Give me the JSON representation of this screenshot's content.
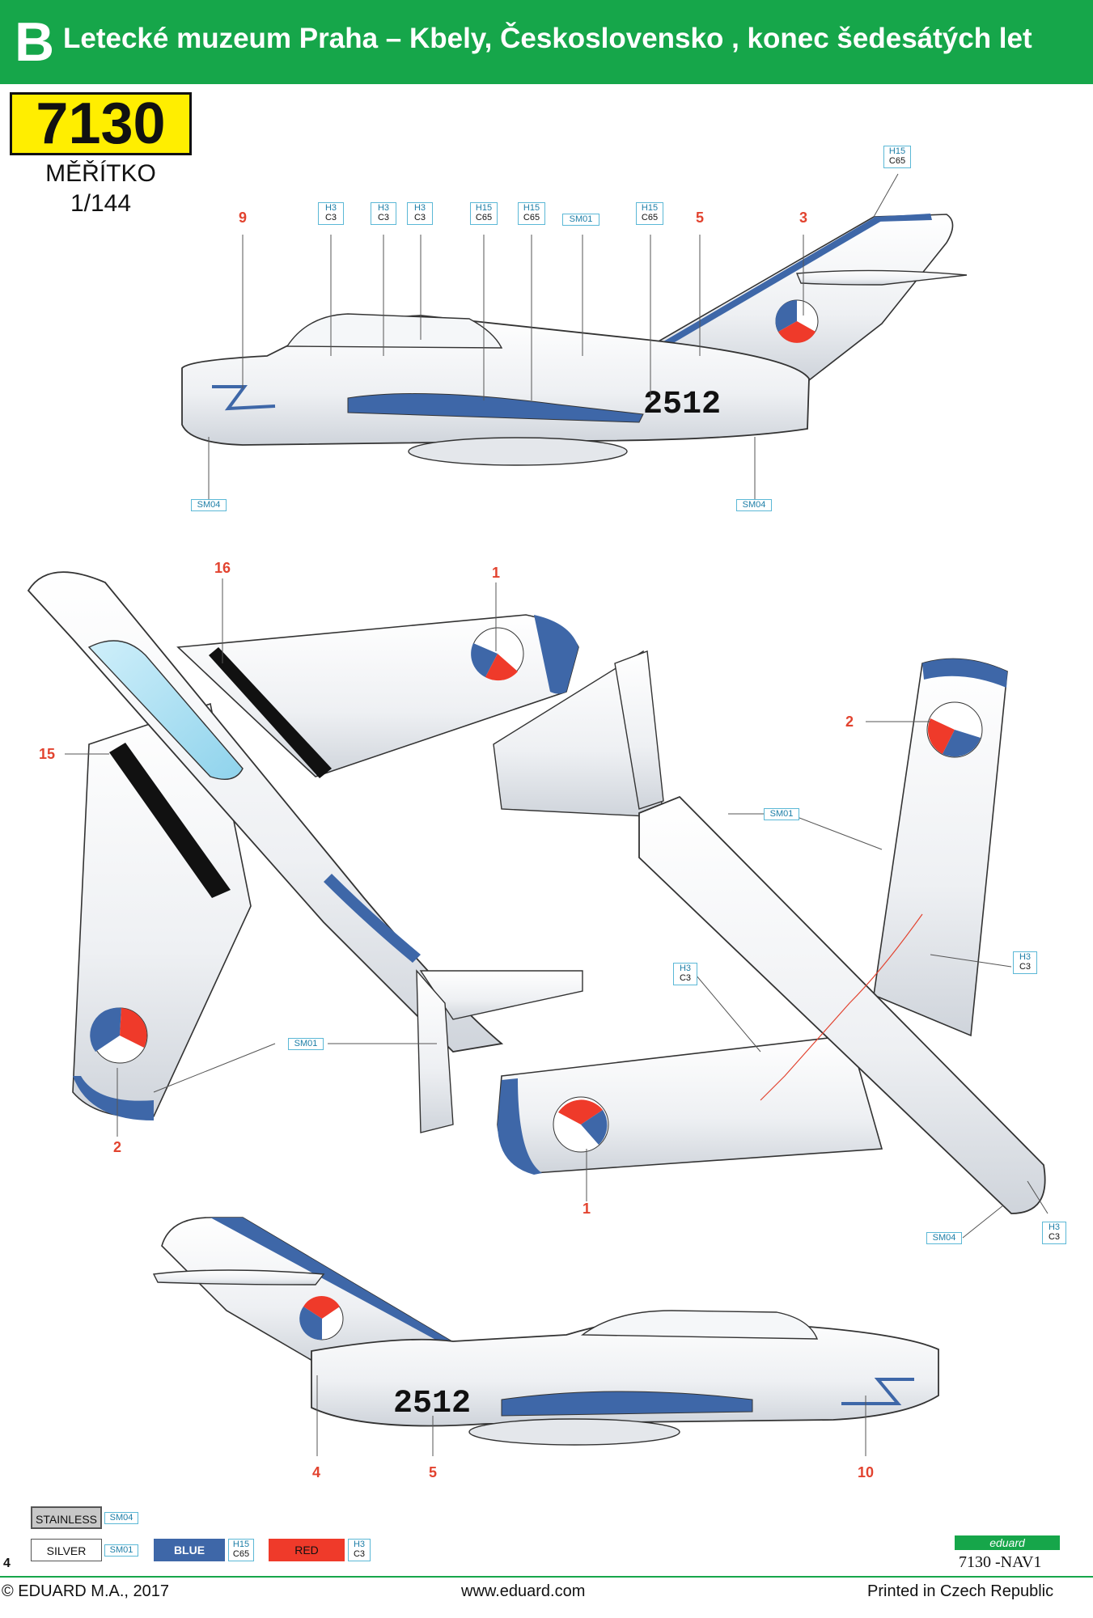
{
  "header": {
    "letter": "B",
    "title": "Letecké muzeum Praha – Kbely, Československo , konec šedesátých let"
  },
  "kit": {
    "number": "7130",
    "scale_label": "MĚŘÍTKO",
    "scale_value": "1/144"
  },
  "profile_top": {
    "serial": "2512",
    "callouts": [
      "9",
      "5",
      "3"
    ],
    "code_boxes": [
      {
        "top": "H3",
        "bottom": "C3"
      },
      {
        "top": "H3",
        "bottom": "C3"
      },
      {
        "top": "H3",
        "bottom": "C3"
      },
      {
        "top": "H15",
        "bottom": "C65"
      },
      {
        "top": "H15",
        "bottom": "C65"
      },
      {
        "top": "SM01",
        "bottom": ""
      },
      {
        "top": "H15",
        "bottom": "C65"
      },
      {
        "top": "H15",
        "bottom": "C65"
      }
    ],
    "bottom_codes": [
      "SM04",
      "SM04"
    ]
  },
  "plan_top": {
    "callouts": [
      "16",
      "15",
      "1",
      "2"
    ],
    "code": "SM01"
  },
  "plan_bottom": {
    "callouts": [
      "2",
      "1"
    ],
    "codes": [
      "SM01",
      "SM04"
    ],
    "code_boxes": [
      {
        "top": "H3",
        "bottom": "C3"
      },
      {
        "top": "H3",
        "bottom": "C3"
      },
      {
        "top": "H3",
        "bottom": "C3"
      }
    ]
  },
  "profile_bottom": {
    "serial": "2512",
    "callouts": [
      "4",
      "5",
      "10"
    ]
  },
  "legend": [
    {
      "name": "STAINLESS",
      "code_top": "SM04",
      "code_bottom": "",
      "color": "#c8c8c8",
      "text_color": "#111111"
    },
    {
      "name": "SILVER",
      "code_top": "SM01",
      "code_bottom": "",
      "color": "#ffffff",
      "text_color": "#111111"
    },
    {
      "name": "BLUE",
      "code_top": "H15",
      "code_bottom": "C65",
      "color": "#3e67a8",
      "text_color": "#ffffff"
    },
    {
      "name": "RED",
      "code_top": "H3",
      "code_bottom": "C3",
      "color": "#ef3a2a",
      "text_color": "#111111"
    }
  ],
  "page_number": "4",
  "brand": {
    "logo": "eduard",
    "code": "7130 -NAV1"
  },
  "footer": {
    "copyright": "© EDUARD M.A., 2017",
    "website": "www.eduard.com",
    "printed": "Printed in Czech Republic"
  },
  "colors": {
    "header_green": "#16a64a",
    "kit_yellow": "#ffee00",
    "blue": "#3e67a8",
    "red": "#ef3a2a",
    "code_cyan": "#1d7ea7",
    "callout_red": "#e2432f"
  }
}
